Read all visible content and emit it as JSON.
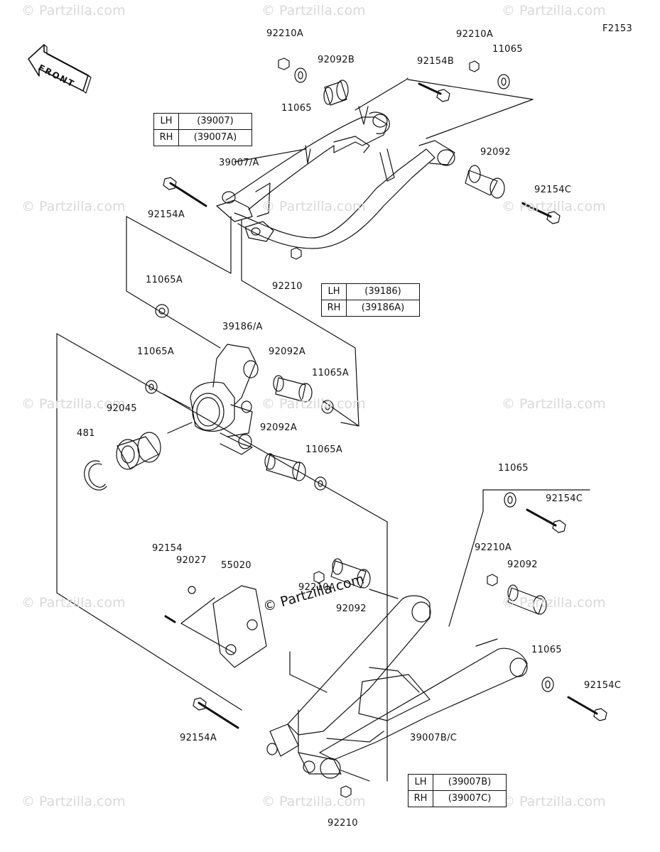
{
  "figure_code": "F2153",
  "front_label": "FRONT",
  "watermark": "© Partzilla.com",
  "watermark_main": "© Partzilla.com",
  "parts": {
    "p92210A_top_left": "92210A",
    "p11065_top_left": "11065",
    "p92092B": "92092B",
    "p92154B": "92154B",
    "p92210A_top_right": "92210A",
    "p11065_top_right": "11065",
    "p39007_A": "39007/A",
    "p92092_right": "92092",
    "p92154A_top": "92154A",
    "p92154C_top": "92154C",
    "p92210_mid": "92210",
    "p11065A_1": "11065A",
    "p39186_A": "39186/A",
    "p11065A_2": "11065A",
    "p92092A_1": "92092A",
    "p11065A_3": "11065A",
    "p92045": "92045",
    "p481": "481",
    "p92092A_2": "92092A",
    "p11065A_4": "11065A",
    "p11065_lower_1": "11065",
    "p92154C_lower_1": "92154C",
    "p92154": "92154",
    "p92027": "92027",
    "p55020": "55020",
    "p92210A_lower_1": "92210A",
    "p92210A_lower_2": "92210A",
    "p92092_lower_2": "92092",
    "p92092_lower_1": "92092",
    "p11065_lower_2": "11065",
    "p92154C_lower_2": "92154C",
    "p92154A_bottom": "92154A",
    "p39007B_C": "39007B/C",
    "p92210_bottom": "92210"
  },
  "tables": {
    "t39007": [
      {
        "side": "LH",
        "code": "(39007)"
      },
      {
        "side": "RH",
        "code": "(39007A)"
      }
    ],
    "t39186": [
      {
        "side": "LH",
        "code": "(39186)"
      },
      {
        "side": "RH",
        "code": "(39186A)"
      }
    ],
    "t39007BC": [
      {
        "side": "LH",
        "code": "(39007B)"
      },
      {
        "side": "RH",
        "code": "(39007C)"
      }
    ]
  }
}
